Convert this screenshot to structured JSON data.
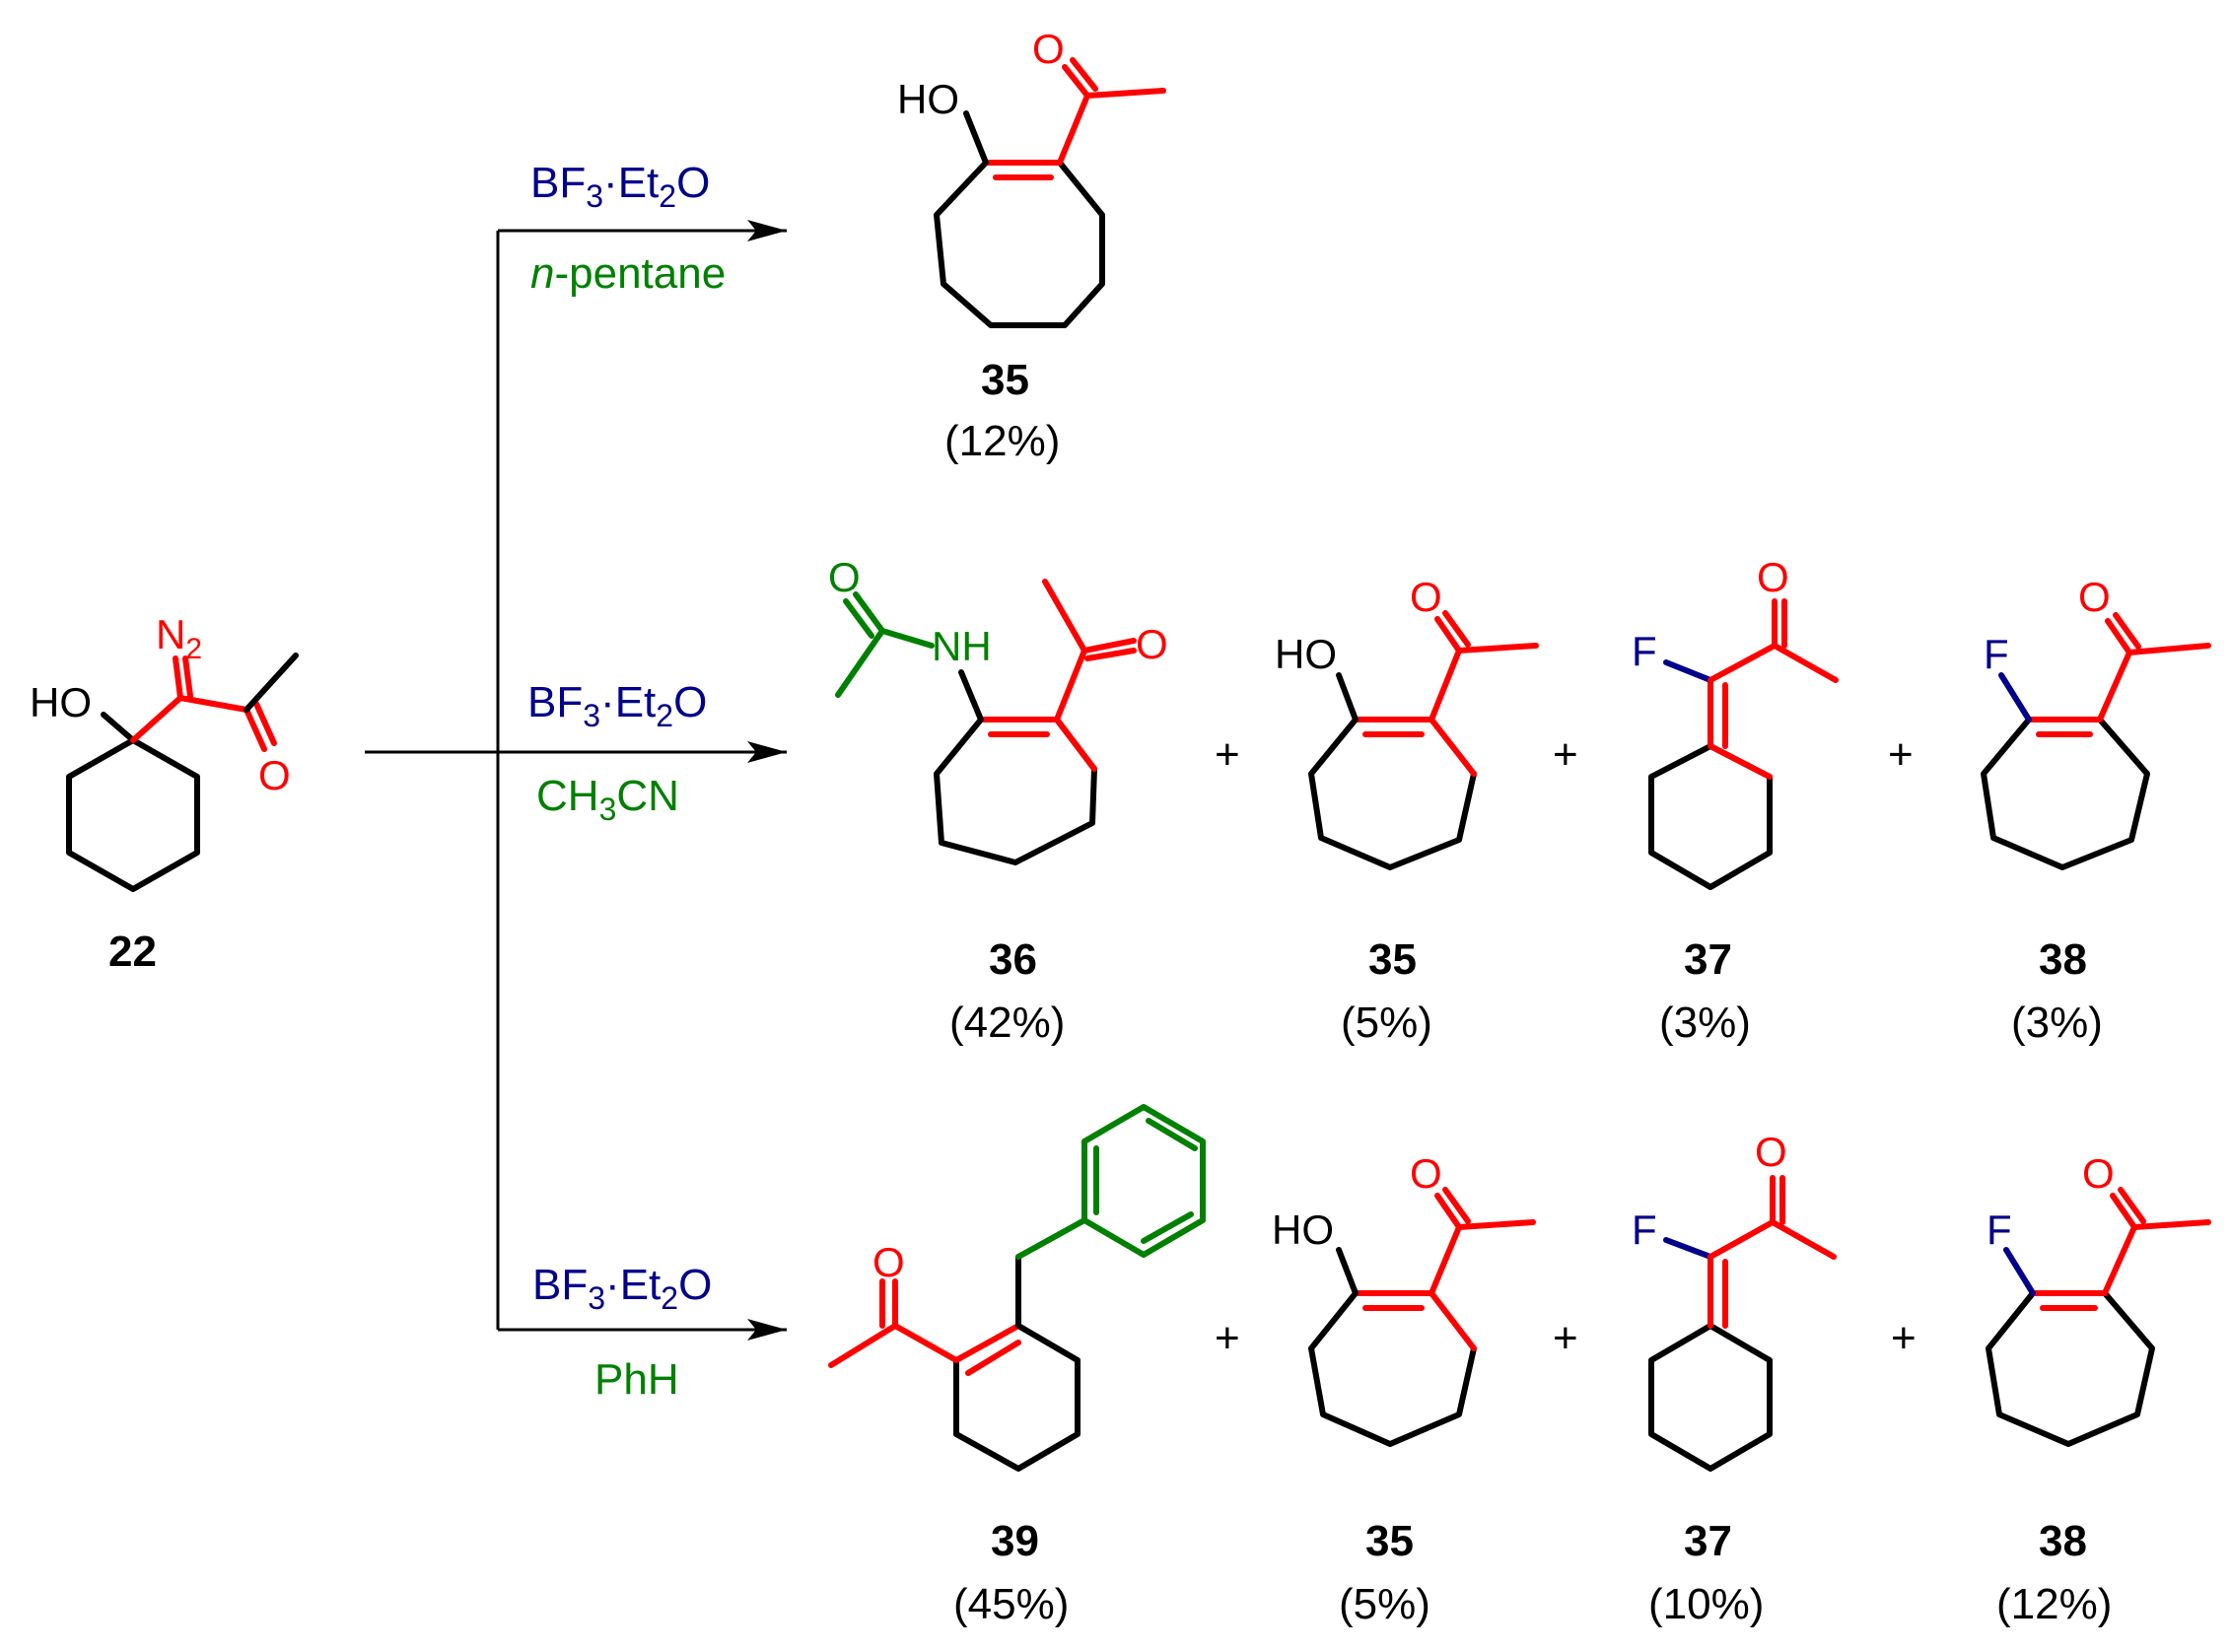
{
  "colors": {
    "skeleton": "#000000",
    "reactive": "#ff0000",
    "reagent": "#00008b",
    "solvent": "#008000",
    "fluorine_bond": "#00008b"
  },
  "starting_material": {
    "label": "22",
    "hydroxyl": "HO",
    "diazo": "N",
    "diazo_sub": "2",
    "carbonyl_o": "O"
  },
  "conditions": [
    {
      "reagent_main": "BF",
      "reagent_sub1": "3",
      "reagent_dot": "·",
      "reagent_et": "Et",
      "reagent_sub2": "2",
      "reagent_o": "O",
      "solvent_italic": "n",
      "solvent_rest": "-pentane"
    },
    {
      "reagent_main": "BF",
      "reagent_sub1": "3",
      "reagent_dot": "·",
      "reagent_et": "Et",
      "reagent_sub2": "2",
      "reagent_o": "O",
      "solvent_a": "CH",
      "solvent_sub": "3",
      "solvent_b": "CN"
    },
    {
      "reagent_main": "BF",
      "reagent_sub1": "3",
      "reagent_dot": "·",
      "reagent_et": "Et",
      "reagent_sub2": "2",
      "reagent_o": "O",
      "solvent": "PhH"
    }
  ],
  "rows": [
    {
      "products": [
        {
          "label": "35",
          "yield": "(12%)"
        }
      ]
    },
    {
      "products": [
        {
          "label": "36",
          "yield": "(42%)"
        },
        {
          "label": "35",
          "yield": "(5%)"
        },
        {
          "label": "37",
          "yield": "(3%)"
        },
        {
          "label": "38",
          "yield": "(3%)"
        }
      ]
    },
    {
      "products": [
        {
          "label": "39",
          "yield": "(45%)"
        },
        {
          "label": "35",
          "yield": "(5%)"
        },
        {
          "label": "37",
          "yield": "(10%)"
        },
        {
          "label": "38",
          "yield": "(12%)"
        }
      ]
    }
  ],
  "atoms": {
    "HO": "HO",
    "O": "O",
    "NH": "NH",
    "F": "F"
  },
  "plus": "+"
}
